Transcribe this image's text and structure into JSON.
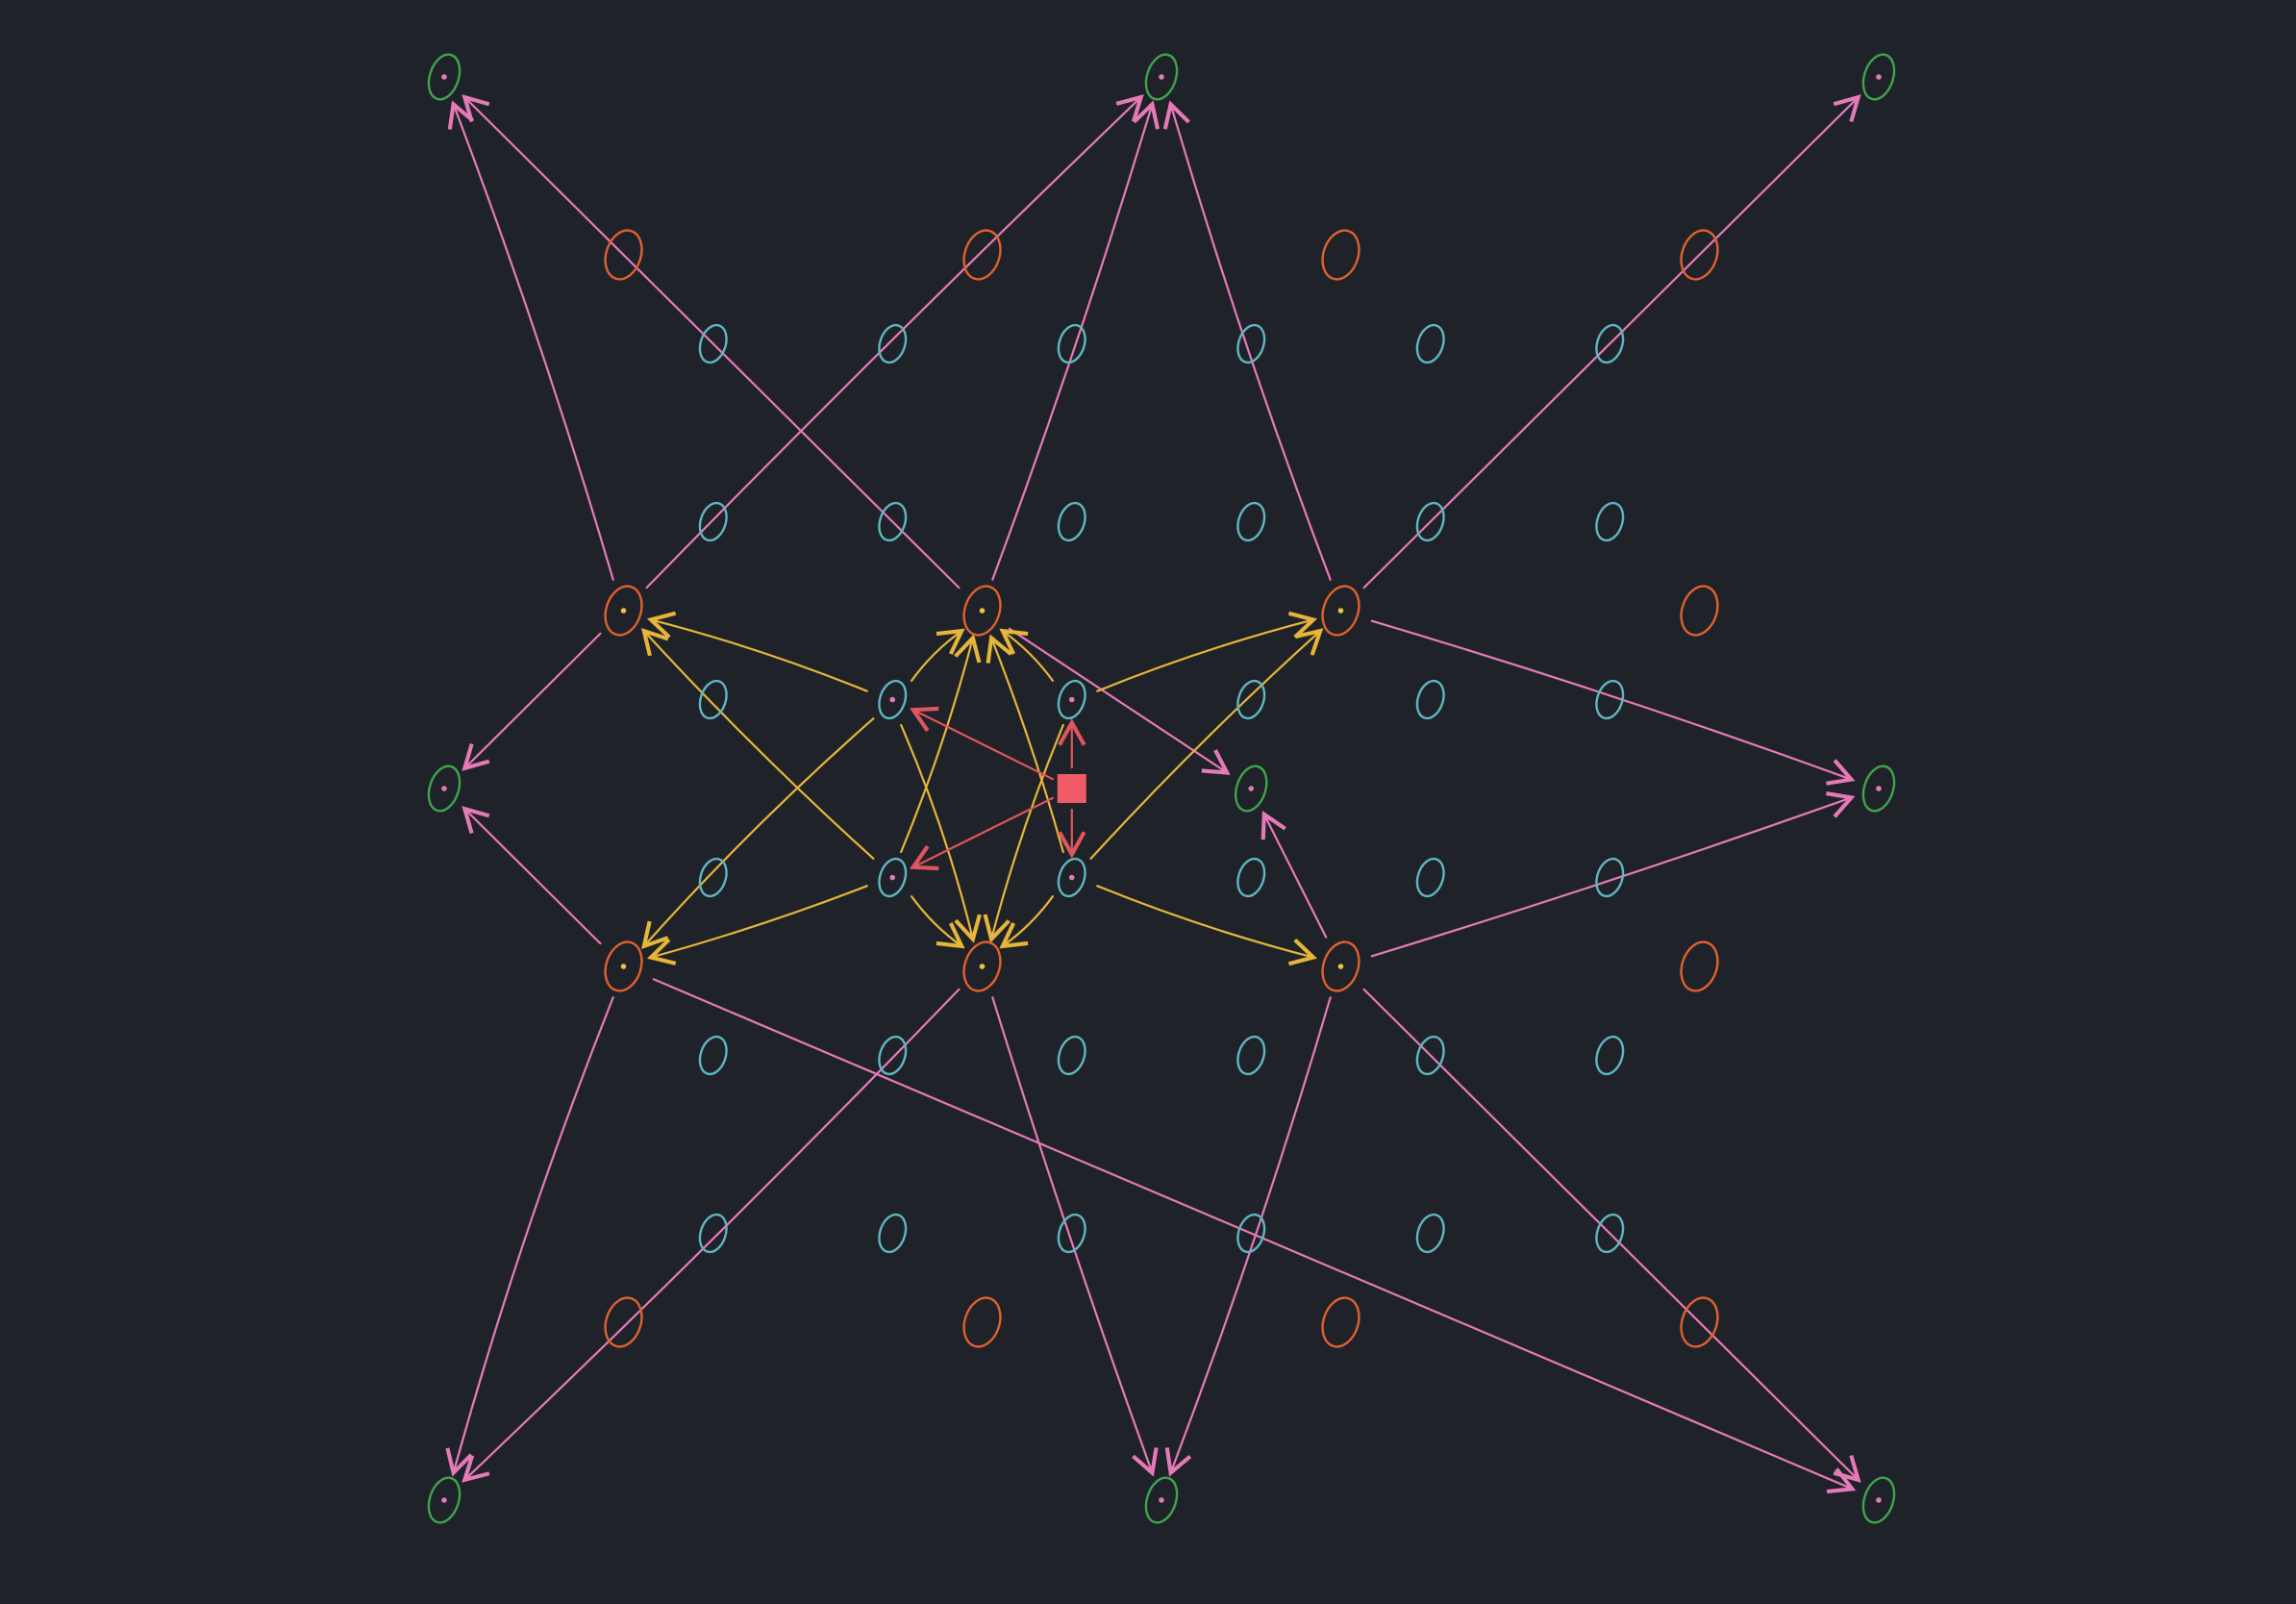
{
  "colors": {
    "background": "#1f2329",
    "green_nodes": "#3fa34d",
    "orange_nodes": "#e0612f",
    "blue_nodes": "#5fb6c2",
    "pink_edges": "#e67ab8",
    "yellow_edges": "#e6b53a",
    "red_edges": "#e0555e",
    "center_square": "#ef5b66",
    "dot_pink": "#e67ab8",
    "dot_yellow": "#f0c040"
  },
  "legend": [],
  "nodes": [
    {
      "id": "g-tl",
      "kind": "green",
      "row": 0,
      "col": 0,
      "dot": "pink"
    },
    {
      "id": "g-tm",
      "kind": "green",
      "row": 0,
      "col": 4,
      "dot": "pink"
    },
    {
      "id": "g-tr",
      "kind": "green",
      "row": 0,
      "col": 8,
      "dot": "pink"
    },
    {
      "id": "g-ml",
      "kind": "green",
      "row": 4,
      "col": 0,
      "dot": "pink"
    },
    {
      "id": "g-mr",
      "kind": "green",
      "row": 4,
      "col": 8,
      "dot": "pink"
    },
    {
      "id": "g-bl",
      "kind": "green",
      "row": 8,
      "col": 0,
      "dot": "pink"
    },
    {
      "id": "g-bm",
      "kind": "green",
      "row": 8,
      "col": 4,
      "dot": "pink"
    },
    {
      "id": "g-br",
      "kind": "green",
      "row": 8,
      "col": 8,
      "dot": "pink"
    },
    {
      "id": "g-c",
      "kind": "green",
      "row": 4,
      "col": 4.5,
      "dot": "pink"
    },
    {
      "id": "o-a1",
      "kind": "orange",
      "row": 1,
      "col": 1
    },
    {
      "id": "o-a2",
      "kind": "orange",
      "row": 1,
      "col": 3
    },
    {
      "id": "o-a3",
      "kind": "orange",
      "row": 1,
      "col": 5
    },
    {
      "id": "o-a4",
      "kind": "orange",
      "row": 1,
      "col": 7
    },
    {
      "id": "o-b1",
      "kind": "orange",
      "row": 3,
      "col": 1,
      "dot": "yellow"
    },
    {
      "id": "o-b2",
      "kind": "orange",
      "row": 3,
      "col": 3,
      "dot": "yellow"
    },
    {
      "id": "o-b3",
      "kind": "orange",
      "row": 3,
      "col": 5,
      "dot": "yellow"
    },
    {
      "id": "o-b4",
      "kind": "orange",
      "row": 3,
      "col": 7
    },
    {
      "id": "o-c1",
      "kind": "orange",
      "row": 5,
      "col": 1,
      "dot": "yellow"
    },
    {
      "id": "o-c2",
      "kind": "orange",
      "row": 5,
      "col": 3,
      "dot": "yellow"
    },
    {
      "id": "o-c3",
      "kind": "orange",
      "row": 5,
      "col": 5,
      "dot": "yellow"
    },
    {
      "id": "o-c4",
      "kind": "orange",
      "row": 5,
      "col": 7
    },
    {
      "id": "o-d1",
      "kind": "orange",
      "row": 7,
      "col": 1
    },
    {
      "id": "o-d2",
      "kind": "orange",
      "row": 7,
      "col": 3
    },
    {
      "id": "o-d3",
      "kind": "orange",
      "row": 7,
      "col": 5
    },
    {
      "id": "o-d4",
      "kind": "orange",
      "row": 7,
      "col": 7
    }
  ],
  "blue_grid": {
    "rows": [
      1.5,
      2.5,
      3.5,
      4.5,
      5.5,
      6.5
    ],
    "cols": [
      1.5,
      2.5,
      3.5,
      4.5,
      5.5,
      6.5
    ],
    "dotted": [
      [
        3.5,
        2.5
      ],
      [
        3.5,
        3.5
      ],
      [
        4.5,
        2.5
      ],
      [
        4.5,
        3.5
      ]
    ]
  },
  "center": {
    "row": 4,
    "col": 3.5,
    "label": ""
  }
}
